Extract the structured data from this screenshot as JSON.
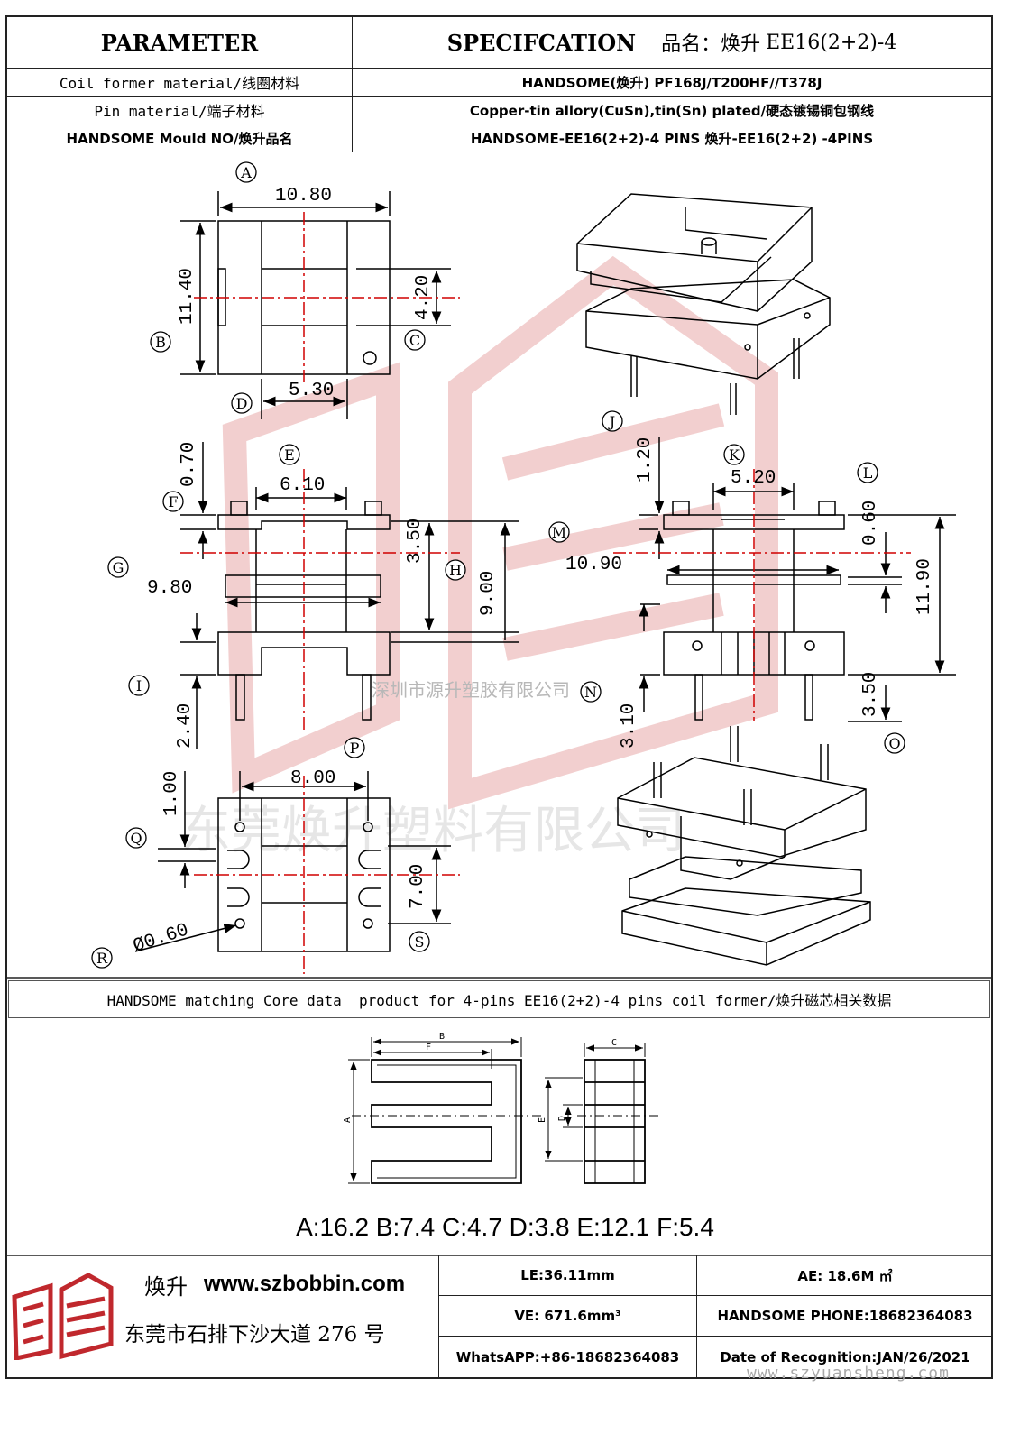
{
  "header": {
    "parameter_label": "PARAMETER",
    "spec_label": "SPECIFCATION",
    "product_name_prefix": "品名：焕升",
    "product_code": "EE16(2+2)-4"
  },
  "params": [
    {
      "label": "Coil  former  material/线圈材料",
      "value": "HANDSOME(焕升)    PF168J/T200HF//T378J"
    },
    {
      "label": "Pin  material/端子材料",
      "value": "Copper-tin allory(CuSn),tin(Sn) plated/硬态镀锡铜包钢线"
    },
    {
      "label": "HANDSOME Mould NO/焕升品名",
      "value": "HANDSOME-EE16(2+2)-4 PINS     焕升-EE16(2+2) -4PINS"
    }
  ],
  "drawing": {
    "dims": {
      "d1080": "10.80",
      "d1140": "11.40",
      "d420": "4.20",
      "d530": "5.30",
      "d070": "0.70",
      "d610": "6.10",
      "d350": "3.50",
      "d980": "9.80",
      "d900": "9.00",
      "d240": "2.40",
      "d120": "1.20",
      "d520": "5.20",
      "d060": "0.60",
      "d1090": "10.90",
      "d1190": "11.90",
      "d310": "3.10",
      "d350b": "3.50",
      "d800": "8.00",
      "d100": "1.00",
      "d700": "7.00",
      "d060b": "Ø0.60"
    },
    "labels": [
      "A",
      "B",
      "C",
      "D",
      "E",
      "F",
      "G",
      "H",
      "I",
      "J",
      "K",
      "L",
      "M",
      "N",
      "O",
      "P",
      "Q",
      "R",
      "S"
    ],
    "watermark_small": "深圳市源升塑胶有限公司",
    "watermark_big": "东莞焕升塑料有限公司"
  },
  "core_section": {
    "title": "HANDSOME matching Core data  product for 4-pins EE16(2+2)-4 pins coil former/焕升磁芯相关数据",
    "core_labels": {
      "a": "A",
      "b": "B",
      "c": "C",
      "d": "D",
      "e": "E",
      "f": "F"
    },
    "dimensions": "A:16.2 B:7.4 C:4.7 D:3.8 E:12.1 F:5.4"
  },
  "footer": {
    "brand": "焕升",
    "website": "www.szbobbin.com",
    "address": "东莞市石排下沙大道 276 号",
    "le": "LE:36.11mm",
    "ae": "AE: 18.6M ㎡",
    "ve": "VE: 671.6mm³",
    "phone": "HANDSOME PHONE:18682364083",
    "whatsapp": "WhatsAPP:+86-18682364083",
    "date": "Date of Recognition:JAN/26/2021",
    "watermark_url": "www.szyuansheng.com"
  },
  "colors": {
    "line": "#000000",
    "center_line": "#d00000",
    "watermark": "#e8b4b4",
    "logo": "#c0282d"
  }
}
